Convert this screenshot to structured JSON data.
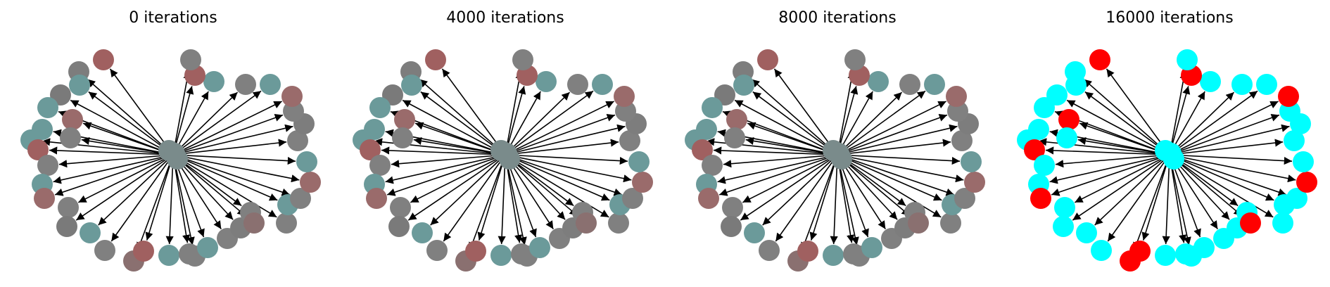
{
  "figure": {
    "panels": [
      {
        "title": "0 iterations",
        "center_color": "#7a8b8b",
        "node_colors": [
          "#a06060",
          "#7d7d7d",
          "#6b9a9a",
          "#7a7a7a",
          "#6b9a9a",
          "#9a6b6b",
          "#6b9a9a",
          "#6b9a9a",
          "#808080",
          "#a06060",
          "#808080",
          "#6b9a9a",
          "#9a6b6b",
          "#808080",
          "#7a7a7a",
          "#6b9a9a",
          "#808080",
          "#8a7070",
          "#a06060",
          "#6b9a9a",
          "#808080",
          "#808080",
          "#6b9a9a",
          "#808080",
          "#7d7d7d",
          "#808080",
          "#8a7070",
          "#808080",
          "#6b9a9a",
          "#808080",
          "#9a6b6b",
          "#6b9a9a",
          "#808080",
          "#7d7d7d",
          "#808080",
          "#9a6b6b",
          "#6b9a9a",
          "#808080",
          "#6b9a9a",
          "#a06060",
          "#808080"
        ]
      },
      {
        "title": "4000 iterations",
        "center_color": "#7a8b8b",
        "node_colors": [
          "#a06060",
          "#7d7d7d",
          "#6b9a9a",
          "#7a7a7a",
          "#6b9a9a",
          "#9a6b6b",
          "#6b9a9a",
          "#6b9a9a",
          "#808080",
          "#a06060",
          "#808080",
          "#6b9a9a",
          "#9a6b6b",
          "#808080",
          "#7a7a7a",
          "#6b9a9a",
          "#808080",
          "#8a7070",
          "#a06060",
          "#6b9a9a",
          "#808080",
          "#808080",
          "#6b9a9a",
          "#808080",
          "#7d7d7d",
          "#808080",
          "#8a7070",
          "#808080",
          "#6b9a9a",
          "#808080",
          "#9a6b6b",
          "#6b9a9a",
          "#808080",
          "#7d7d7d",
          "#808080",
          "#9a6b6b",
          "#6b9a9a",
          "#808080",
          "#6b9a9a",
          "#a06060",
          "#808080"
        ]
      },
      {
        "title": "8000 iterations",
        "center_color": "#7a8b8b",
        "node_colors": [
          "#a06060",
          "#7d7d7d",
          "#6b9a9a",
          "#7a7a7a",
          "#6b9a9a",
          "#9a6b6b",
          "#6b9a9a",
          "#6b9a9a",
          "#808080",
          "#a06060",
          "#808080",
          "#6b9a9a",
          "#9a6b6b",
          "#808080",
          "#7a7a7a",
          "#6b9a9a",
          "#808080",
          "#8a7070",
          "#a06060",
          "#6b9a9a",
          "#808080",
          "#808080",
          "#6b9a9a",
          "#808080",
          "#7d7d7d",
          "#808080",
          "#8a7070",
          "#808080",
          "#6b9a9a",
          "#808080",
          "#9a6b6b",
          "#6b9a9a",
          "#808080",
          "#7d7d7d",
          "#808080",
          "#9a6b6b",
          "#6b9a9a",
          "#808080",
          "#6b9a9a",
          "#a06060",
          "#808080"
        ]
      },
      {
        "title": "16000 iterations",
        "center_color": "#00ffff",
        "node_colors": [
          "#ff0000",
          "#00ffff",
          "#00ffff",
          "#00ffff",
          "#00ffff",
          "#ff0000",
          "#00ffff",
          "#00ffff",
          "#00ffff",
          "#ff0000",
          "#00ffff",
          "#00ffff",
          "#ff0000",
          "#00ffff",
          "#00ffff",
          "#00ffff",
          "#00ffff",
          "#ff0000",
          "#ff0000",
          "#00ffff",
          "#00ffff",
          "#00ffff",
          "#00ffff",
          "#00ffff",
          "#00ffff",
          "#00ffff",
          "#ff0000",
          "#00ffff",
          "#00ffff",
          "#00ffff",
          "#ff0000",
          "#00ffff",
          "#00ffff",
          "#00ffff",
          "#00ffff",
          "#ff0000",
          "#00ffff",
          "#00ffff",
          "#00ffff",
          "#ff0000",
          "#00ffff"
        ]
      }
    ]
  }
}
